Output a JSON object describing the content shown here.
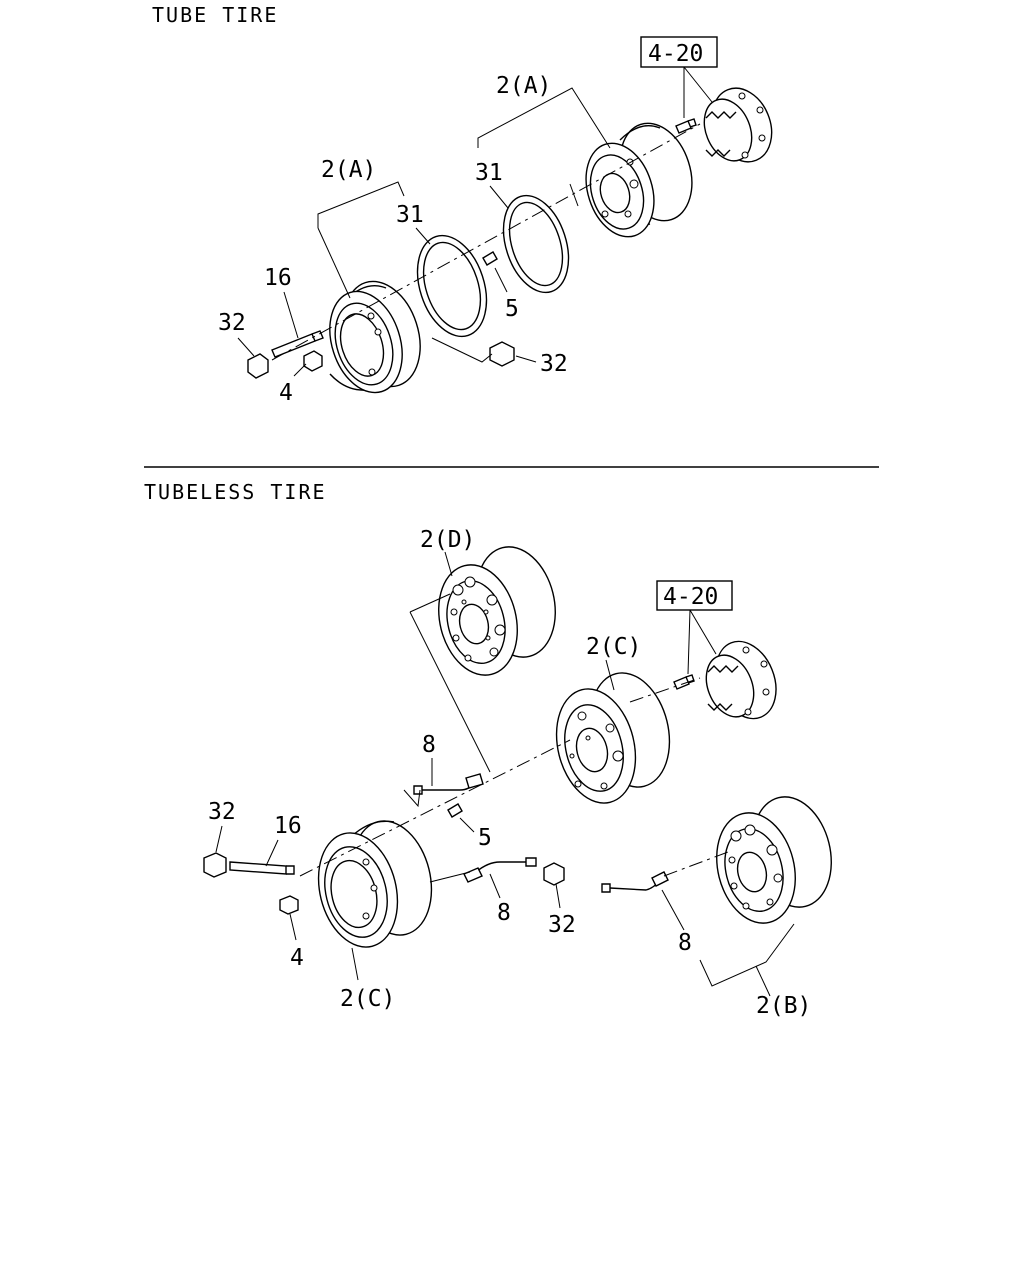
{
  "sections": {
    "tube": {
      "title": "TUBE TIRE"
    },
    "tubeless": {
      "title": "TUBELESS TIRE"
    }
  },
  "callouts": {
    "tube_ref": "4-20",
    "tube_2a_rear": "2(A)",
    "tube_2a_front": "2(A)",
    "tube_31_rear": "31",
    "tube_31_front": "31",
    "tube_16": "16",
    "tube_32_left": "32",
    "tube_5": "5",
    "tube_32_right": "32",
    "tube_4": "4",
    "tl_2d": "2(D)",
    "tl_ref": "4-20",
    "tl_2c_rear": "2(C)",
    "tl_8_upper": "8",
    "tl_32_left": "32",
    "tl_16": "16",
    "tl_5": "5",
    "tl_8_mid": "8",
    "tl_32_mid": "32",
    "tl_4": "4",
    "tl_2c_front": "2(C)",
    "tl_8_right": "8",
    "tl_2b": "2(B)"
  }
}
